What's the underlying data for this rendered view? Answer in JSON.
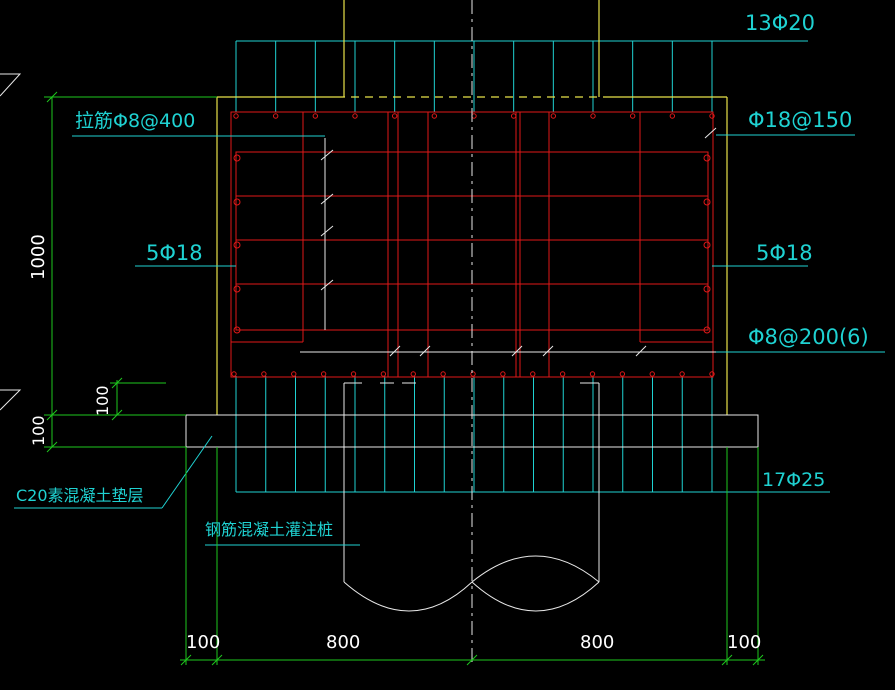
{
  "colors": {
    "background": "#000000",
    "cyan": "#1fd2d2",
    "red": "#e01818",
    "yellow": "#e8e24a",
    "white": "#e8e8e8",
    "green": "#1ec81e",
    "dim_text": "#ffffff"
  },
  "labels": {
    "top_bars": "13Φ20",
    "tie_bars": "拉筋Φ8@400",
    "side_spacing": "Φ18@150",
    "left_side_bars": "5Φ18",
    "right_side_bars": "5Φ18",
    "stirrups": "Φ8@200(6)",
    "bottom_bars": "17Φ25",
    "cushion": "C20素混凝土垫层",
    "pile": "钢筋混凝土灌注桩"
  },
  "dimensions": {
    "height_1000": "1000",
    "height_100_upper": "100",
    "height_100_lower": "100",
    "width_100_left": "100",
    "width_800_left": "800",
    "width_800_right": "800",
    "width_100_right": "100"
  }
}
